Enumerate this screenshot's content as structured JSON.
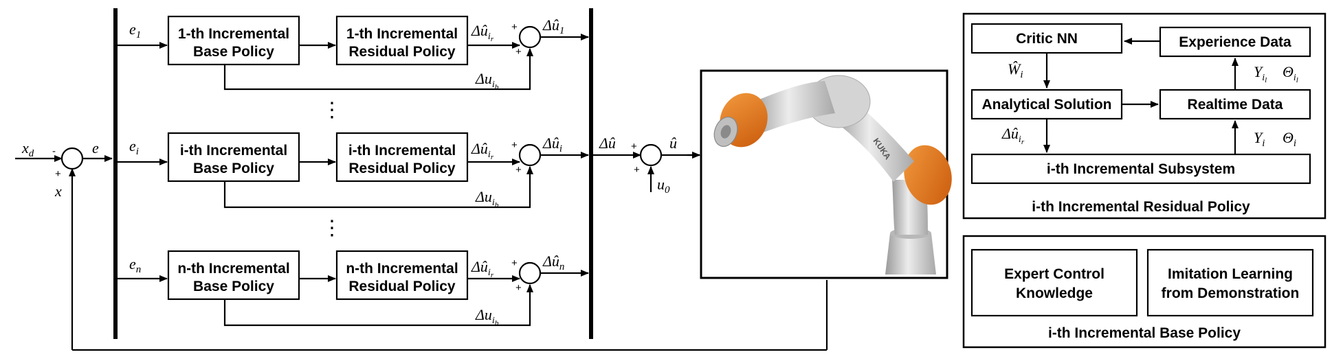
{
  "policy_blocks": {
    "base_1": [
      "1-th Incremental",
      "Base Policy"
    ],
    "residual_1": [
      "1-th Incremental",
      "Residual Policy"
    ],
    "base_i": [
      "i-th Incremental",
      "Base Policy"
    ],
    "residual_i": [
      "i-th Incremental",
      "Residual Policy"
    ],
    "base_n": [
      "n-th Incremental",
      "Base Policy"
    ],
    "residual_n": [
      "n-th Incremental",
      "Residual Policy"
    ]
  },
  "signals": {
    "xd": "x",
    "xd_sub": "d",
    "x": "x",
    "e": "e",
    "e1": "e",
    "e1_sub": "1",
    "ei": "e",
    "ei_sub": "i",
    "en": "e",
    "en_sub": "n",
    "du_hat_ir": "Δû",
    "du_hat_ir_sub": "i",
    "du_hat_ir_subsub": "r",
    "du_ib": "Δu",
    "du_ib_sub": "i",
    "du_ib_subsub": "b",
    "du_hat_1": "Δû",
    "du_hat_1_sub": "1",
    "du_hat_i": "Δû",
    "du_hat_i_sub": "i",
    "du_hat_n": "Δû",
    "du_hat_n_sub": "n",
    "du_hat": "Δû",
    "u_hat": "û",
    "u0": "u",
    "u0_sub": "0",
    "plus": "+",
    "minus": "-",
    "dots": "⋮"
  },
  "residual_panel": {
    "critic": "Critic NN",
    "experience": "Experience Data",
    "analytical": "Analytical Solution",
    "realtime": "Realtime Data",
    "subsystem": "i-th Incremental Subsystem",
    "caption": "i-th Incremental Residual Policy",
    "w_hat": "Ŵ",
    "w_hat_sub": "i",
    "du_hat_ir": "Δû",
    "du_hat_ir_sub": "i",
    "du_hat_ir_subsub": "r",
    "y_il": "Y",
    "y_il_sub": "i",
    "y_il_subsub": "l",
    "theta_il": "Θ",
    "theta_il_sub": "i",
    "theta_il_subsub": "l",
    "y_i": "Y",
    "y_i_sub": "i",
    "theta_i": "Θ",
    "theta_i_sub": "i"
  },
  "base_panel": {
    "expert": [
      "Expert Control",
      "Knowledge"
    ],
    "imitation": [
      "Imitation Learning",
      "from Demonstration"
    ],
    "caption": "i-th Incremental Base Policy"
  },
  "robot": {
    "brand_text": "KUKA",
    "colors": {
      "body": "#c9c9c9",
      "accent": "#e8731a"
    }
  }
}
